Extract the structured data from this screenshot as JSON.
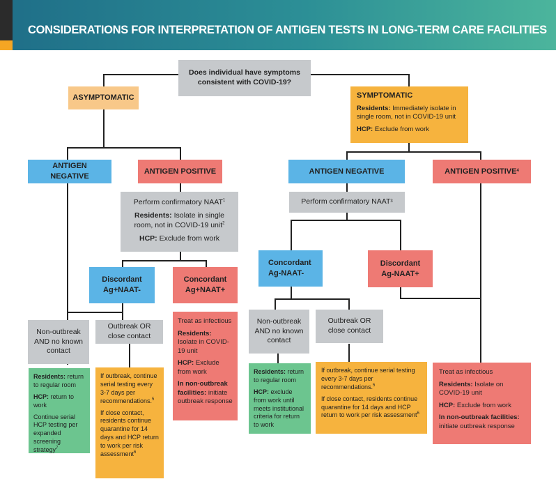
{
  "header": {
    "title": "CONSIDERATIONS FOR INTERPRETATION OF ANTIGEN TESTS IN LONG-TERM CARE FACILITIES"
  },
  "root": {
    "question": "Does individual have symptoms consistent with COVID-19?"
  },
  "asymptomatic": {
    "label": "ASYMPTOMATIC",
    "antigen_negative": "ANTIGEN NEGATIVE",
    "antigen_positive": "ANTIGEN POSITIVE",
    "confirm": {
      "line1": "Perform confirmatory NAAT",
      "line1_sup": "1",
      "residents_label": "Residents:",
      "residents_text": "Isolate in single room, not in COVID-19 unit",
      "residents_sup": "2",
      "hcp_label": "HCP:",
      "hcp_text": "Exclude from work"
    },
    "discordant": {
      "line1": "Discordant",
      "line2": "Ag+NAAT-"
    },
    "concordant": {
      "line1": "Concordant",
      "line2": "Ag+NAAT+"
    },
    "non_outbreak": "Non-outbreak AND no known contact",
    "outbreak": "Outbreak OR close contact",
    "green": {
      "residents_label": "Residents:",
      "residents_text": "return to regular room",
      "hcp_label": "HCP:",
      "hcp_text": "return to work",
      "serial_text": "Continue serial HCP testing per expanded screening strategy",
      "serial_sup": "7"
    },
    "orange": {
      "p1": "If outbreak, continue serial testing every 3-7 days per recommendations.",
      "p1_sup": "5",
      "p2": "If close contact, residents continue quarantine for 14 days and HCP return to work per risk assessment",
      "p2_sup": "6"
    },
    "pink": {
      "treat": "Treat as infectious",
      "residents_label": "Residents:",
      "residents_text": "Isolate in COVID-19 unit",
      "hcp_label": "HCP:",
      "hcp_text": "Exclude from work",
      "nonoutbreak_label": "In non-outbreak facilities:",
      "nonoutbreak_text": "initiate outbreak response"
    }
  },
  "symptomatic": {
    "label": "SYMPTOMATIC",
    "residents_label": "Residents:",
    "residents_text": "Immediately isolate in single room, not in COVID-19 unit",
    "hcp_label": "HCP:",
    "hcp_text": "Exclude from work",
    "antigen_negative": "ANTIGEN NEGATIVE",
    "antigen_positive": "ANTIGEN POSITIVE",
    "antigen_positive_sup": "4",
    "confirm": "Perform confirmatory NAAT",
    "confirm_sup": "3",
    "concordant": {
      "line1": "Concordant",
      "line2": "Ag-NAAT-"
    },
    "discordant": {
      "line1": "Discordant",
      "line2": "Ag-NAAT+"
    },
    "non_outbreak": "Non-outbreak AND no known contact",
    "outbreak": "Outbreak OR close contact",
    "green": {
      "residents_label": "Residents:",
      "residents_text": "return to regular room",
      "hcp_label": "HCP:",
      "hcp_text": "exclude from work until meets institutional criteria for return to work"
    },
    "orange": {
      "p1": "If outbreak, continue serial testing every 3-7 days per recommendations.",
      "p1_sup": "5",
      "p2": "If close contact, residents continue quarantine for 14 days and HCP return to work per risk assessment",
      "p2_sup": "6"
    },
    "pink": {
      "treat": "Treat as infectious",
      "residents_label": "Residents:",
      "residents_text": "Isolate on COVID-19 unit",
      "hcp_label": "HCP:",
      "hcp_text": "Exclude from work",
      "nonoutbreak_label": "In non-outbreak facilities:",
      "nonoutbreak_text": "initiate outbreak response"
    }
  }
}
